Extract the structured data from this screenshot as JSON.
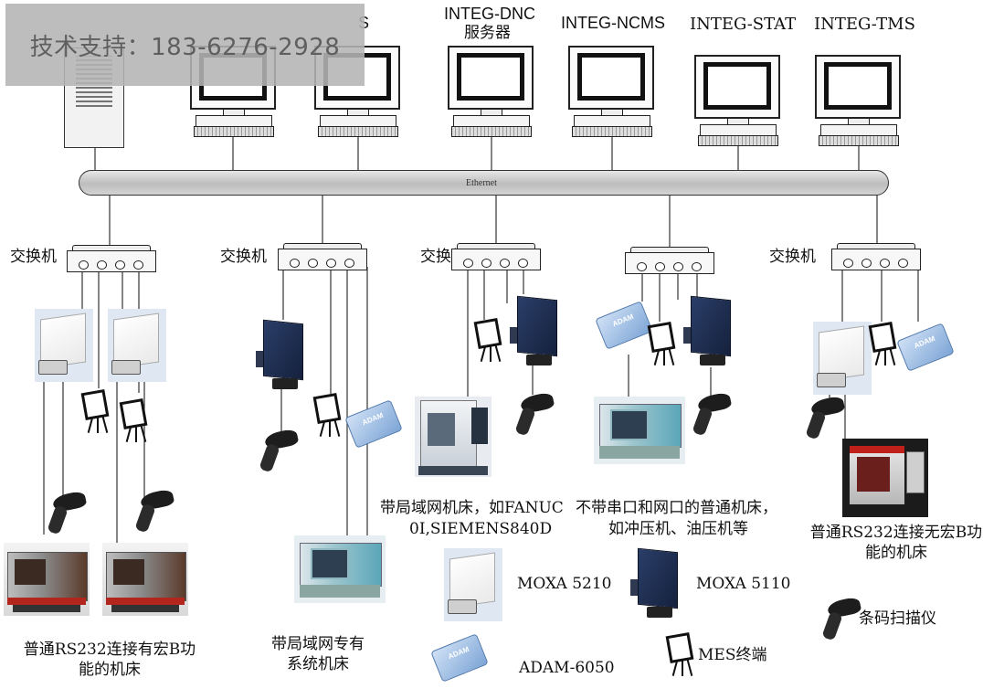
{
  "watermark": "技术支持：183-6276-2928",
  "servers": {
    "partial_label": "S",
    "dnc_line1": "INTEG-DNC",
    "dnc_line2": "服务器",
    "ncms": "INTEG-NCMS",
    "stat": "INTEG-STAT",
    "tms": "INTEG-TMS"
  },
  "network": {
    "bus_label": "Ethernet"
  },
  "switch_label": "交换机",
  "groups": {
    "rs232_macro_b": "普通RS232连接有宏B功能的机床",
    "lan_dedicated": "带局域网专有系统机床",
    "lan_fanuc_1": "带局域网机床，如FANUC",
    "lan_fanuc_2": "0I,SIEMENS840D",
    "no_port_1": "不带串口和网口的普通机床，",
    "no_port_2": "如冲压机、油压机等",
    "rs232_no_macro_b": "普通RS232连接无宏B功能的机床"
  },
  "legend": {
    "moxa5210": "MOXA 5210",
    "moxa5110": "MOXA 5110",
    "scanner": "条码扫描仪",
    "adam6050": "ADAM-6050",
    "mes": "MES终端"
  },
  "device_badges": {
    "adam": "ADAM"
  },
  "colors": {
    "bus": "#c8c8c8",
    "navy_moxa": "#1d2b4d",
    "adam_blue": "#7da5d6",
    "machine_red": "#c0201a",
    "watermark_bg": "#b4b4b4"
  }
}
